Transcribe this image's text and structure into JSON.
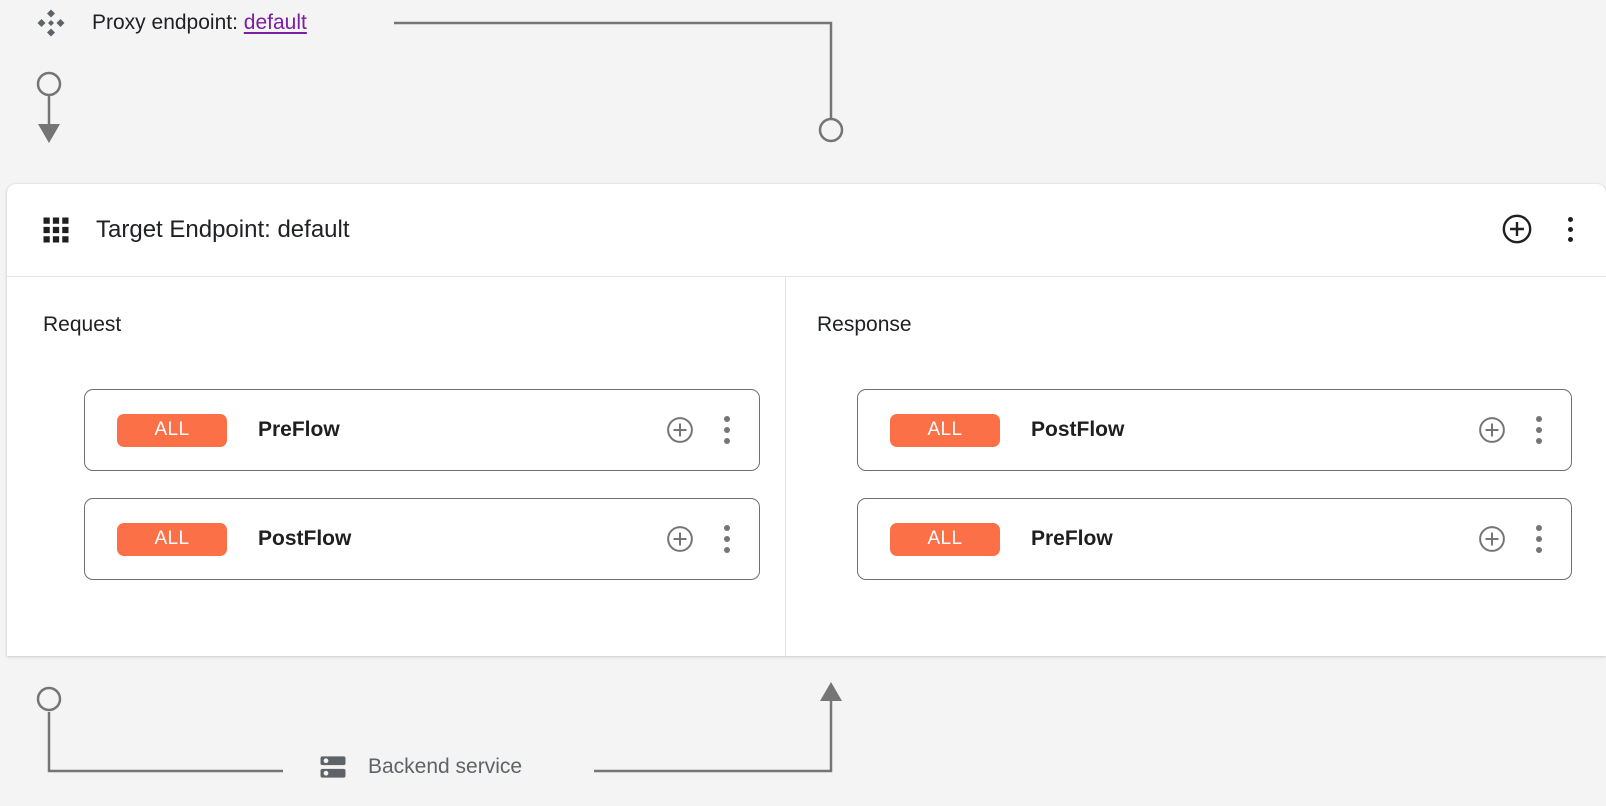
{
  "colors": {
    "page_background": "#f4f4f4",
    "card_background": "#ffffff",
    "badge_orange": "#fb7046",
    "link_purple": "#7b1fa2",
    "connector_gray": "#757575",
    "muted_text": "#5f6368",
    "text": "#202124"
  },
  "proxy": {
    "icon": "proxy-endpoint-icon",
    "label": "Proxy endpoint:",
    "value": "default"
  },
  "endpoint": {
    "icon": "grid-dots-icon",
    "title": "Target Endpoint: default",
    "actions": {
      "add": "add-circle-icon",
      "menu": "more-vert-icon"
    }
  },
  "columns": [
    {
      "id": "request",
      "label": "Request",
      "direction": "down",
      "flows": [
        {
          "badge": "ALL",
          "name": "PreFlow",
          "add": "add-circle-icon",
          "menu": "more-vert-icon"
        },
        {
          "badge": "ALL",
          "name": "PostFlow",
          "add": "add-circle-icon",
          "menu": "more-vert-icon"
        }
      ]
    },
    {
      "id": "response",
      "label": "Response",
      "direction": "up",
      "flows": [
        {
          "badge": "ALL",
          "name": "PostFlow",
          "add": "add-circle-icon",
          "menu": "more-vert-icon"
        },
        {
          "badge": "ALL",
          "name": "PreFlow",
          "add": "add-circle-icon",
          "menu": "more-vert-icon"
        }
      ]
    }
  ],
  "backend": {
    "icon": "server-icon",
    "label": "Backend service"
  }
}
